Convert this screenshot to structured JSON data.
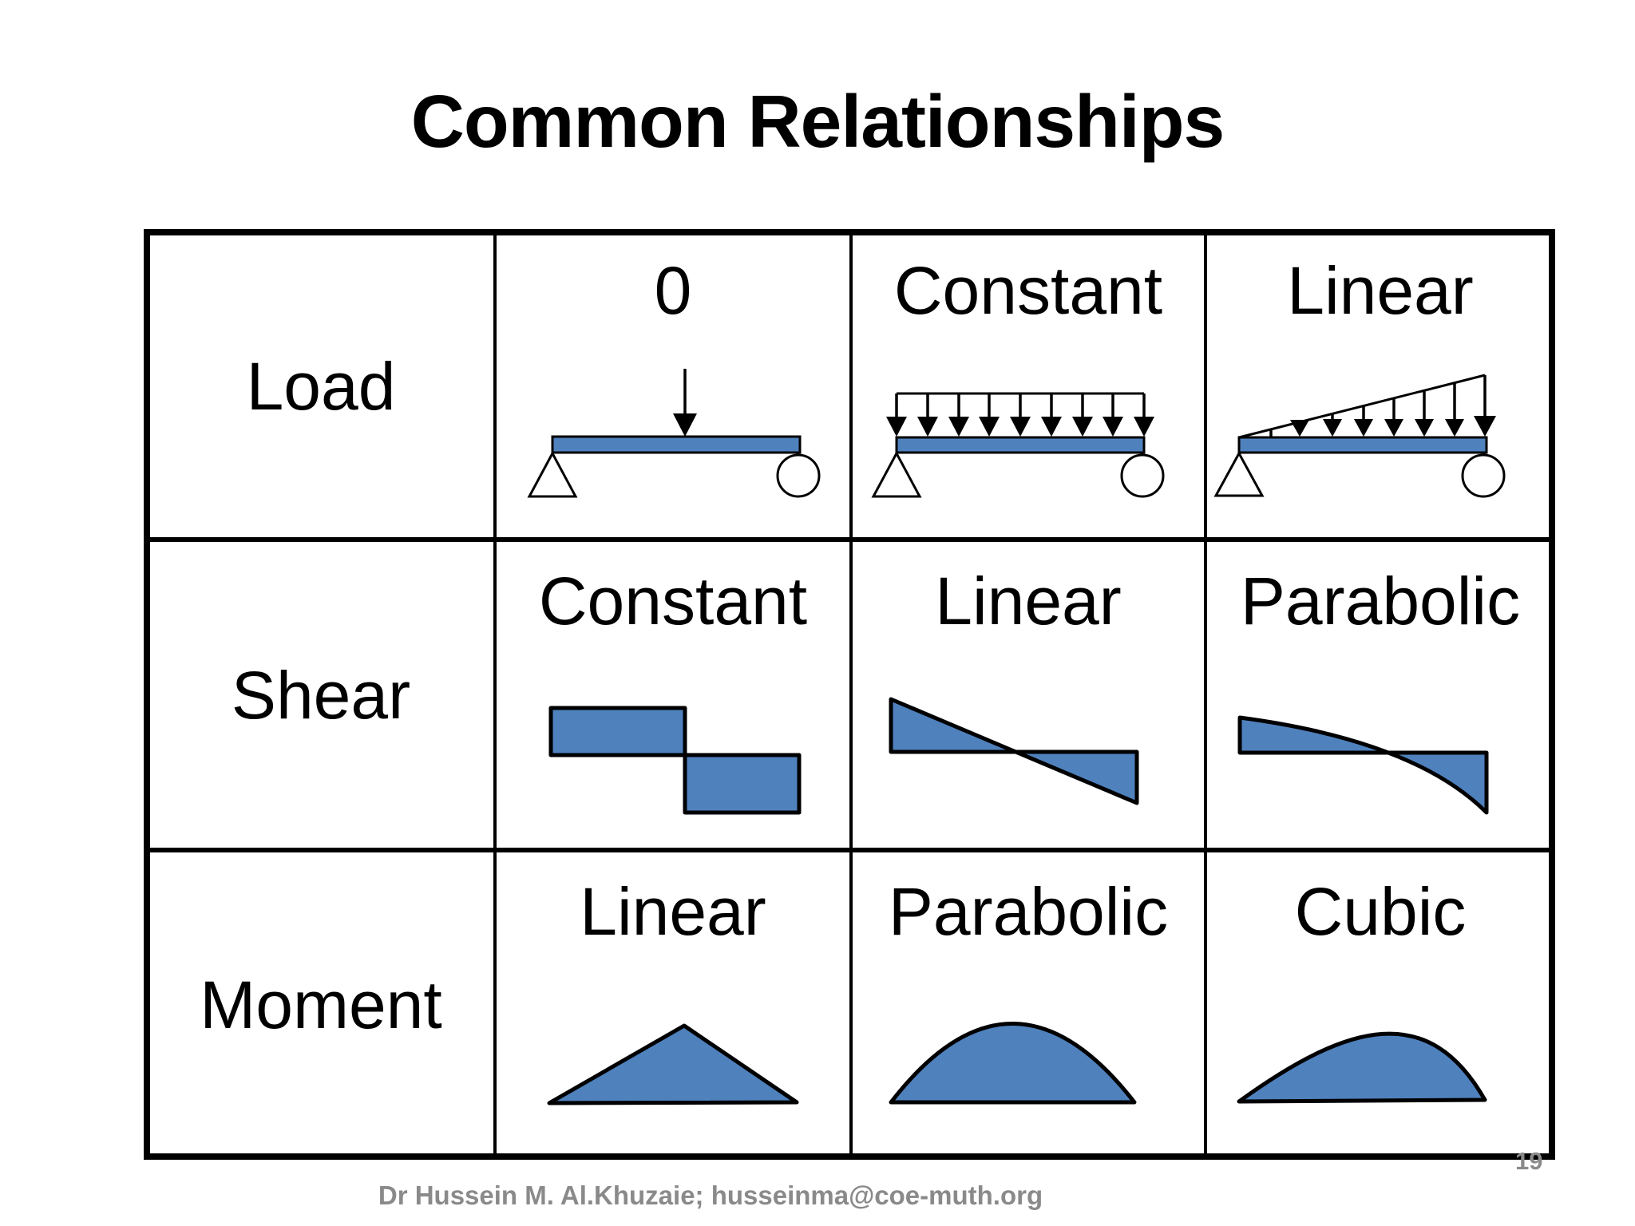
{
  "slide": {
    "title": "Common Relationships",
    "footer": "Dr Hussein M. Al.Khuzaie; husseinma@coe-muth.org",
    "page_number": "19"
  },
  "table": {
    "rows": [
      {
        "label": "Load",
        "cells": [
          {
            "caption": "0",
            "diagram": "simply-supported-beam-point-load"
          },
          {
            "caption": "Constant",
            "diagram": "simply-supported-beam-uniform-load"
          },
          {
            "caption": "Linear",
            "diagram": "simply-supported-beam-triangular-load"
          }
        ]
      },
      {
        "label": "Shear",
        "cells": [
          {
            "caption": "Constant",
            "diagram": "shear-step-blocks"
          },
          {
            "caption": "Linear",
            "diagram": "shear-sloped-line"
          },
          {
            "caption": "Parabolic",
            "diagram": "shear-parabolic-curve"
          }
        ]
      },
      {
        "label": "Moment",
        "cells": [
          {
            "caption": "Linear",
            "diagram": "moment-triangle"
          },
          {
            "caption": "Parabolic",
            "diagram": "moment-parabolic-arch"
          },
          {
            "caption": "Cubic",
            "diagram": "moment-cubic-arch"
          }
        ]
      }
    ]
  },
  "colors": {
    "slide_background": "#ffffff",
    "ink": "#000000",
    "beam_blue": "#4f81bd",
    "muted_gray": "#8a8a8a"
  }
}
